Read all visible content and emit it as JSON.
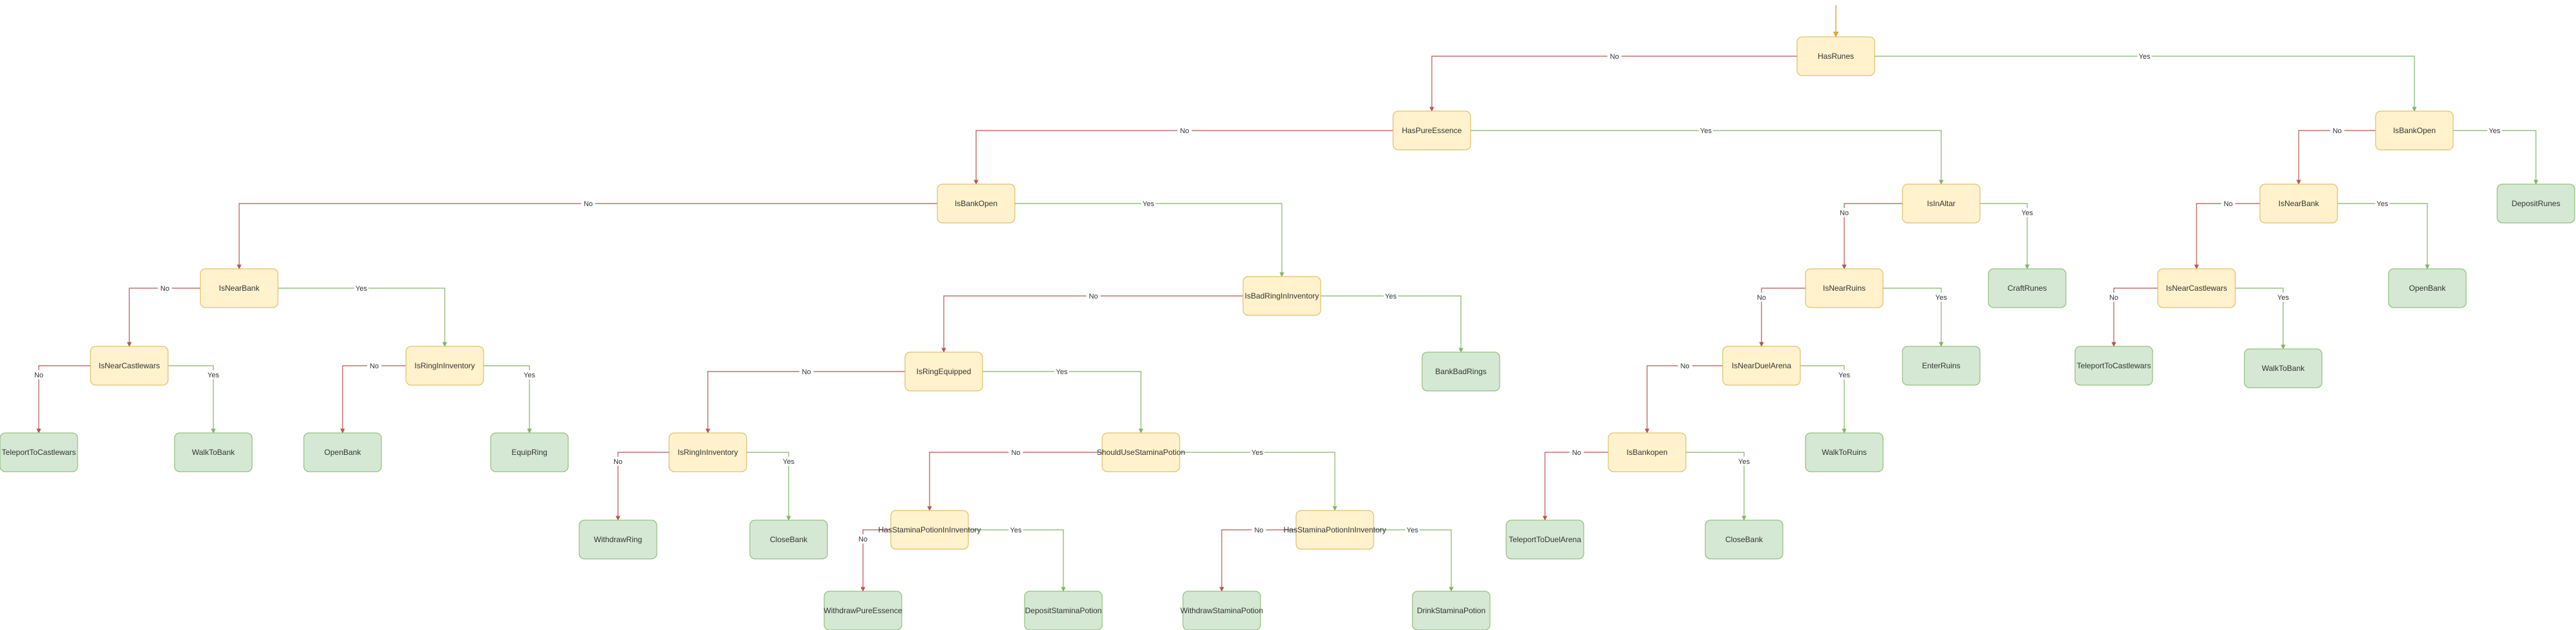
{
  "colors": {
    "decision_fill": "#fff2cc",
    "decision_stroke": "#d6b656",
    "action_fill": "#d5e8d4",
    "action_stroke": "#82b366",
    "no_edge": "#b85450",
    "yes_edge": "#82b366",
    "root_arrow": "#e6a23c",
    "text": "#333333"
  },
  "nodes": [
    {
      "id": "n1",
      "label": "HasRunes",
      "kind": "decision"
    },
    {
      "id": "n2",
      "label": "HasPureEssence",
      "kind": "decision"
    },
    {
      "id": "n3",
      "label": "IsBankOpen",
      "kind": "decision"
    },
    {
      "id": "n4",
      "label": "IsInAltar",
      "kind": "decision"
    },
    {
      "id": "n5",
      "label": "IsBankOpen",
      "kind": "decision"
    },
    {
      "id": "n6",
      "label": "DepositRunes",
      "kind": "action"
    },
    {
      "id": "n7",
      "label": "IsNearBank",
      "kind": "decision"
    },
    {
      "id": "n8",
      "label": "IsNearCastlewars",
      "kind": "decision"
    },
    {
      "id": "n9",
      "label": "TeleportToCastlewars",
      "kind": "action"
    },
    {
      "id": "n10",
      "label": "WalkToBank",
      "kind": "action"
    },
    {
      "id": "n11",
      "label": "OpenBank",
      "kind": "action"
    },
    {
      "id": "n12",
      "label": "IsNearRuins",
      "kind": "decision"
    },
    {
      "id": "n13",
      "label": "CraftRunes",
      "kind": "action"
    },
    {
      "id": "n14",
      "label": "IsNearDuelArena",
      "kind": "decision"
    },
    {
      "id": "n15",
      "label": "EnterRuins",
      "kind": "action"
    },
    {
      "id": "n16",
      "label": "IsBankopen",
      "kind": "decision"
    },
    {
      "id": "n17",
      "label": "WalkToRuins",
      "kind": "action"
    },
    {
      "id": "n18",
      "label": "TeleportToDuelArena",
      "kind": "action"
    },
    {
      "id": "n19",
      "label": "CloseBank",
      "kind": "action"
    },
    {
      "id": "n20",
      "label": "IsNearBank",
      "kind": "decision"
    },
    {
      "id": "n21",
      "label": "IsBadRingInInventory",
      "kind": "decision"
    },
    {
      "id": "n22",
      "label": "IsNearCastlewars",
      "kind": "decision"
    },
    {
      "id": "n23",
      "label": "IsRingInInventory",
      "kind": "decision"
    },
    {
      "id": "n24",
      "label": "TeleportToCastlewars",
      "kind": "action"
    },
    {
      "id": "n25",
      "label": "WalkToBank",
      "kind": "action"
    },
    {
      "id": "n26",
      "label": "OpenBank",
      "kind": "action"
    },
    {
      "id": "n27",
      "label": "EquipRing",
      "kind": "action"
    },
    {
      "id": "n28",
      "label": "IsRingEquipped",
      "kind": "decision"
    },
    {
      "id": "n29",
      "label": "BankBadRings",
      "kind": "action"
    },
    {
      "id": "n30",
      "label": "IsRingInInventory",
      "kind": "decision"
    },
    {
      "id": "n31",
      "label": "ShouldUseStaminaPotion",
      "kind": "decision"
    },
    {
      "id": "n32",
      "label": "WithdrawRing",
      "kind": "action"
    },
    {
      "id": "n33",
      "label": "CloseBank",
      "kind": "action"
    },
    {
      "id": "n34",
      "label": "HasStaminaPotionInInventory",
      "kind": "decision"
    },
    {
      "id": "n35",
      "label": "HasStaminaPotionInInventory",
      "kind": "decision"
    },
    {
      "id": "n36",
      "label": "WithdrawPureEssence",
      "kind": "action"
    },
    {
      "id": "n37",
      "label": "DepositStaminaPotion",
      "kind": "action"
    },
    {
      "id": "n38",
      "label": "WithdrawStaminaPotion",
      "kind": "action"
    },
    {
      "id": "n39",
      "label": "DrinkStaminaPotion",
      "kind": "action"
    }
  ],
  "edges": [
    {
      "from": "n1",
      "to": "n2",
      "label": "No"
    },
    {
      "from": "n1",
      "to": "n5",
      "label": "Yes"
    },
    {
      "from": "n2",
      "to": "n3",
      "label": "No"
    },
    {
      "from": "n2",
      "to": "n4",
      "label": "Yes"
    },
    {
      "from": "n5",
      "to": "n7",
      "label": "No"
    },
    {
      "from": "n5",
      "to": "n6",
      "label": "Yes"
    },
    {
      "from": "n7",
      "to": "n8",
      "label": "No"
    },
    {
      "from": "n7",
      "to": "n11",
      "label": "Yes"
    },
    {
      "from": "n8",
      "to": "n9",
      "label": "No"
    },
    {
      "from": "n8",
      "to": "n10",
      "label": "Yes"
    },
    {
      "from": "n4",
      "to": "n12",
      "label": "No"
    },
    {
      "from": "n4",
      "to": "n13",
      "label": "Yes"
    },
    {
      "from": "n12",
      "to": "n14",
      "label": "No"
    },
    {
      "from": "n12",
      "to": "n15",
      "label": "Yes"
    },
    {
      "from": "n14",
      "to": "n16",
      "label": "No"
    },
    {
      "from": "n14",
      "to": "n17",
      "label": "Yes"
    },
    {
      "from": "n16",
      "to": "n18",
      "label": "No"
    },
    {
      "from": "n16",
      "to": "n19",
      "label": "Yes"
    },
    {
      "from": "n3",
      "to": "n20",
      "label": "No"
    },
    {
      "from": "n3",
      "to": "n21",
      "label": "Yes"
    },
    {
      "from": "n20",
      "to": "n22",
      "label": "No"
    },
    {
      "from": "n20",
      "to": "n23",
      "label": "Yes"
    },
    {
      "from": "n22",
      "to": "n24",
      "label": "No"
    },
    {
      "from": "n22",
      "to": "n25",
      "label": "Yes"
    },
    {
      "from": "n23",
      "to": "n26",
      "label": "No"
    },
    {
      "from": "n23",
      "to": "n27",
      "label": "Yes"
    },
    {
      "from": "n21",
      "to": "n28",
      "label": "No"
    },
    {
      "from": "n21",
      "to": "n29",
      "label": "Yes"
    },
    {
      "from": "n28",
      "to": "n30",
      "label": "No"
    },
    {
      "from": "n28",
      "to": "n31",
      "label": "Yes"
    },
    {
      "from": "n30",
      "to": "n32",
      "label": "No"
    },
    {
      "from": "n30",
      "to": "n33",
      "label": "Yes"
    },
    {
      "from": "n31",
      "to": "n34",
      "label": "No"
    },
    {
      "from": "n31",
      "to": "n35",
      "label": "Yes"
    },
    {
      "from": "n34",
      "to": "n36",
      "label": "No"
    },
    {
      "from": "n34",
      "to": "n37",
      "label": "Yes"
    },
    {
      "from": "n35",
      "to": "n38",
      "label": "No"
    },
    {
      "from": "n35",
      "to": "n39",
      "label": "Yes"
    }
  ]
}
